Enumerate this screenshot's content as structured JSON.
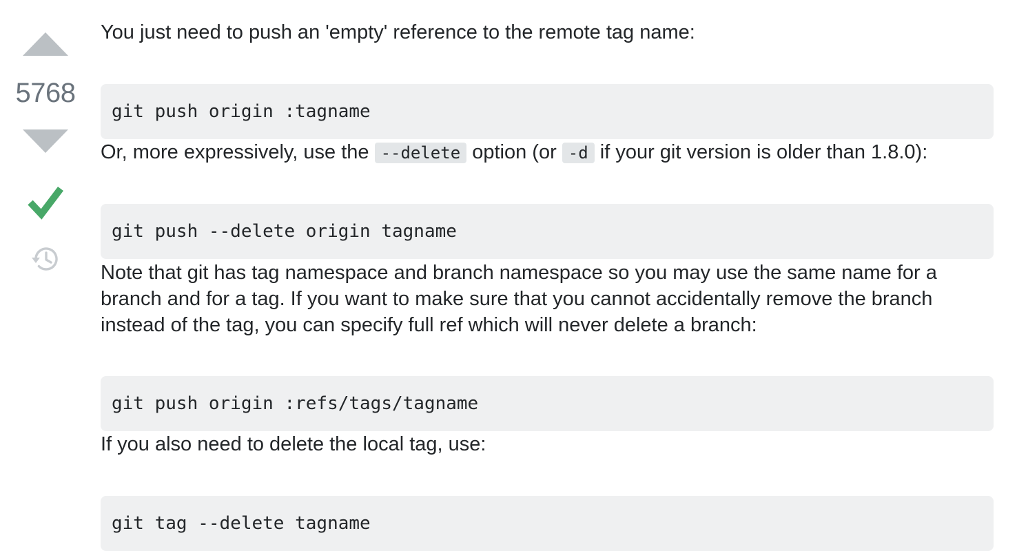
{
  "vote": {
    "score": "5768",
    "upvote_icon": "arrow-up-icon",
    "downvote_icon": "arrow-down-icon",
    "accepted_icon": "checkmark-icon",
    "history_icon": "history-icon"
  },
  "colors": {
    "arrow": "#bbc0c4",
    "score": "#6a737c",
    "accepted": "#48a868",
    "history": "#c8ccd0",
    "code_background": "#eff0f1",
    "inline_code_background": "#e3e6e8",
    "text": "#232629"
  },
  "post": {
    "para1": "You just need to push an 'empty' reference to the remote tag name:",
    "code1": "git push origin :tagname",
    "para2": {
      "part1": "Or, more expressively, use the ",
      "code_a": "--delete",
      "part2": " option (or ",
      "code_b": "-d",
      "part3": " if your git version is older than 1.8.0):"
    },
    "code2": "git push --delete origin tagname",
    "para3": "Note that git has tag namespace and branch namespace so you may use the same name for a branch and for a tag. If you want to make sure that you cannot accidentally remove the branch instead of the tag, you can specify full ref which will never delete a branch:",
    "code3": "git push origin :refs/tags/tagname",
    "para4": "If you also need to delete the local tag, use:",
    "code4": "git tag --delete tagname"
  }
}
